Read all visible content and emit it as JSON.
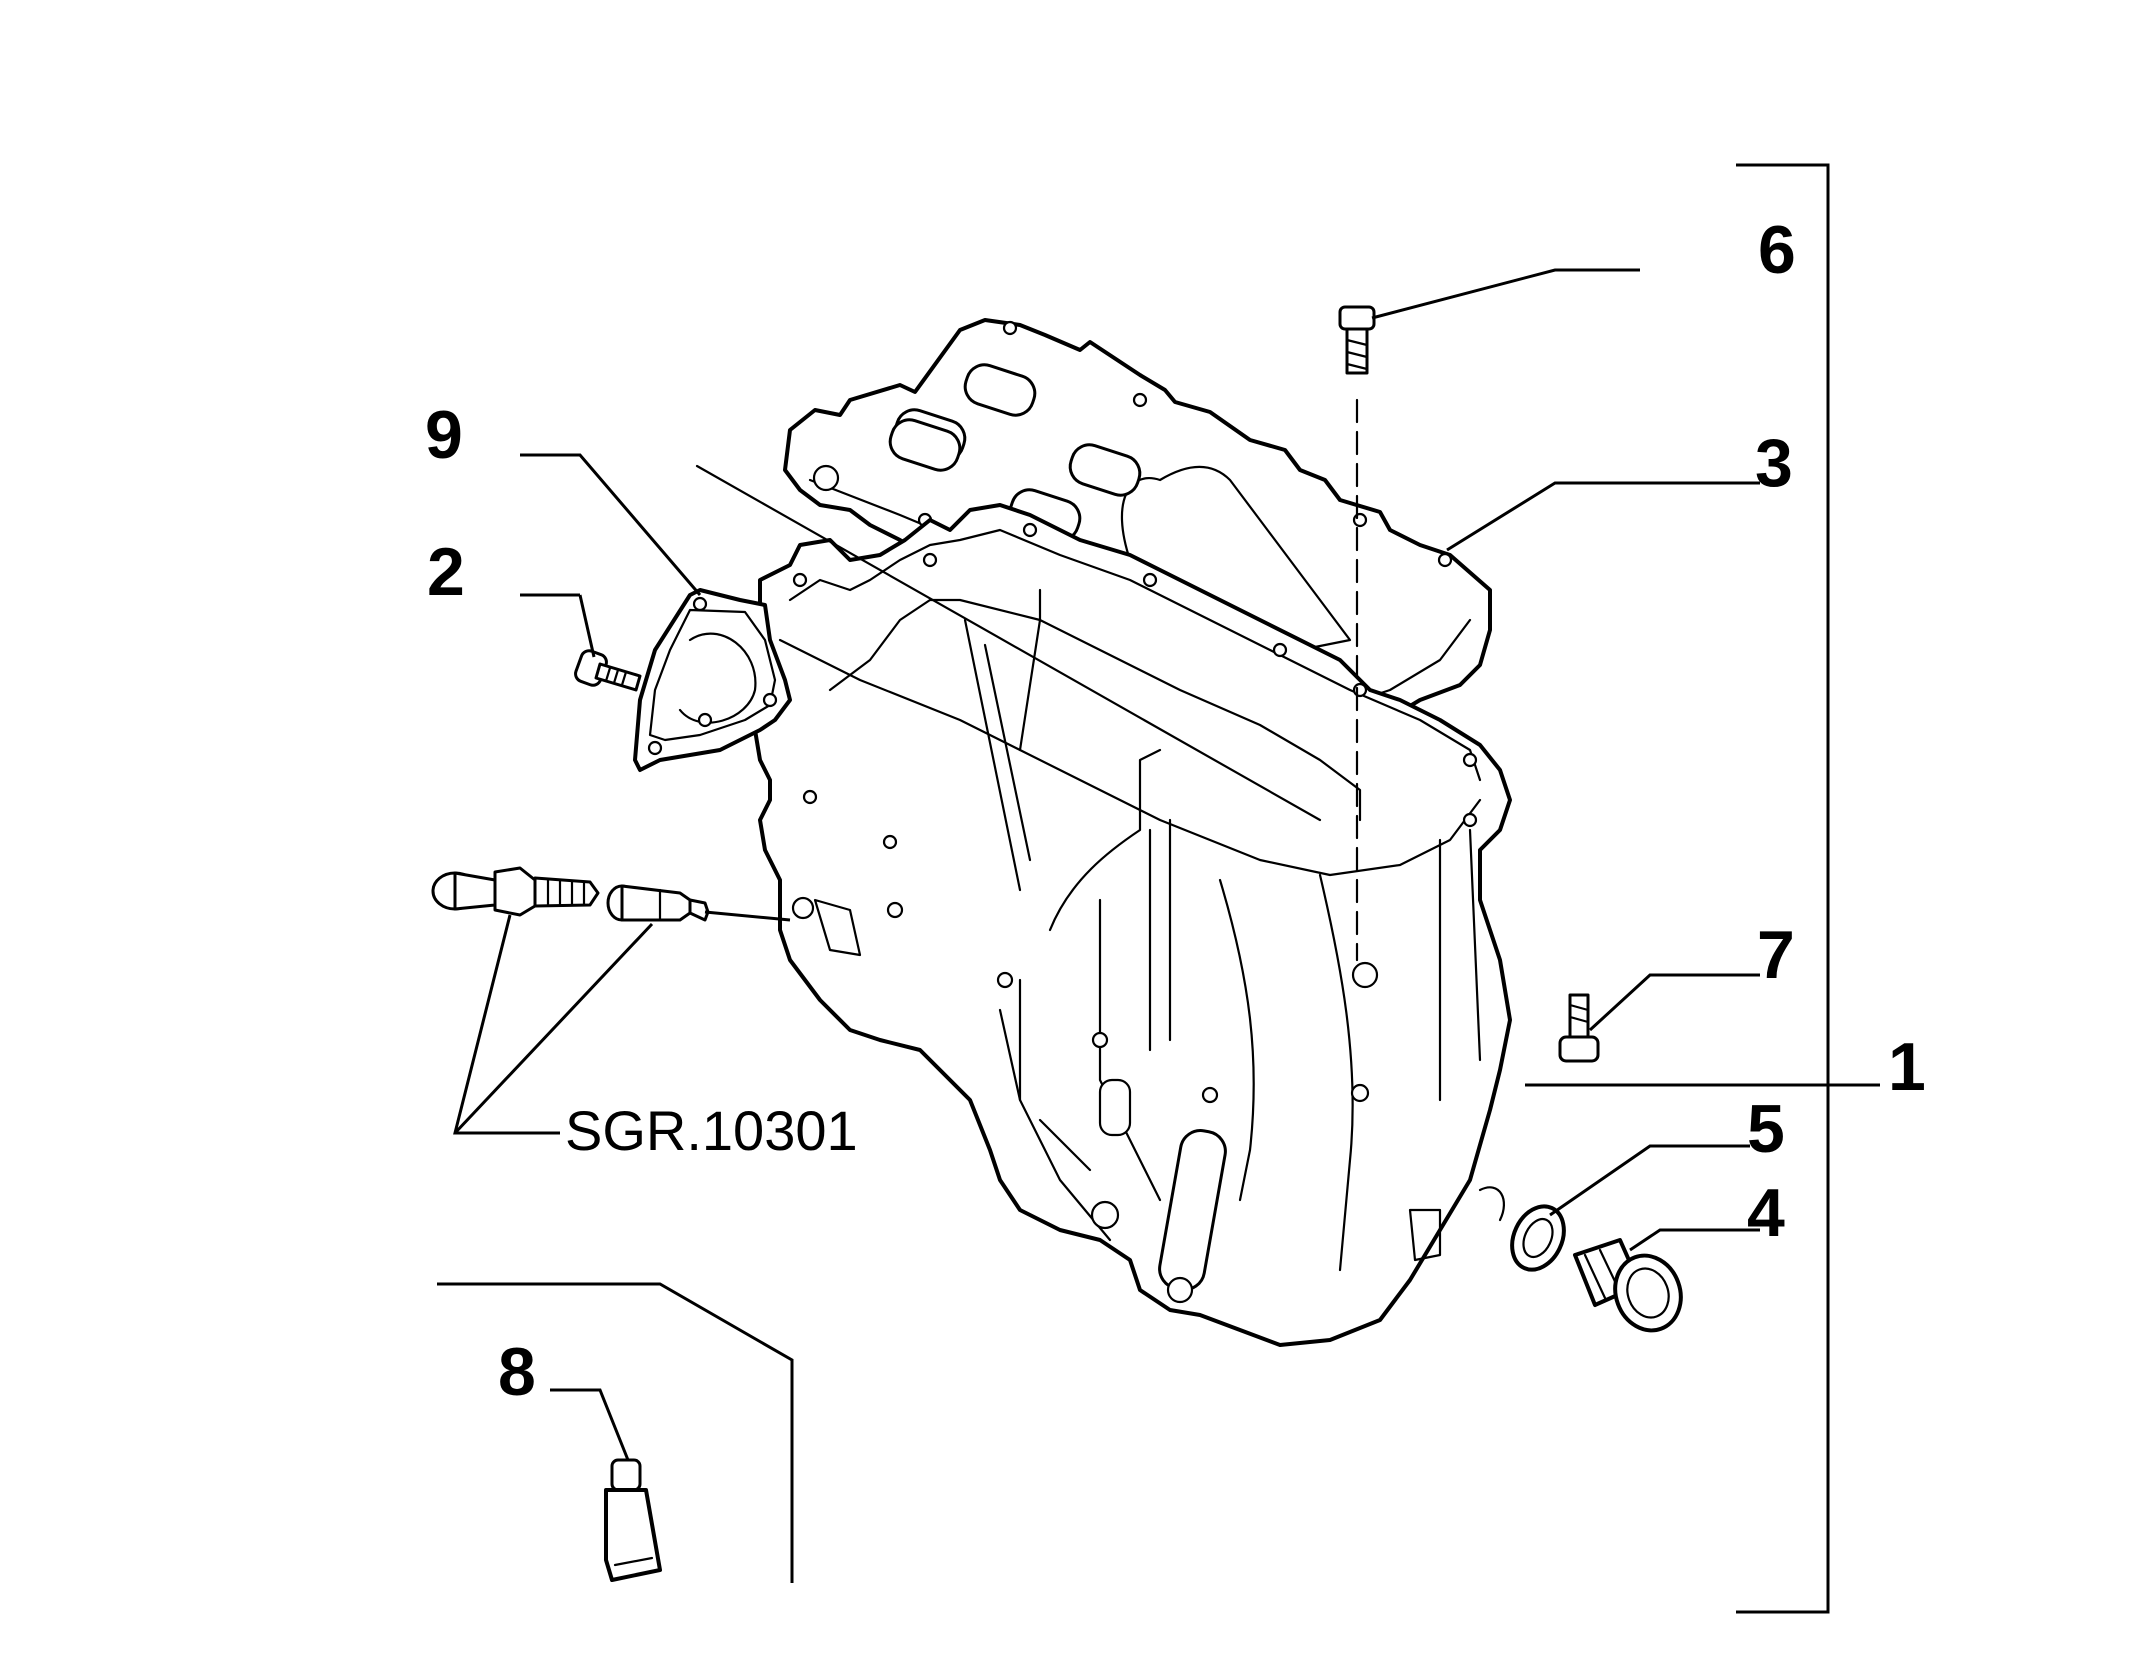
{
  "callouts": {
    "c1": "1",
    "c2": "2",
    "c3": "3",
    "c4": "4",
    "c5": "5",
    "c6": "6",
    "c7": "7",
    "c8": "8",
    "c9": "9"
  },
  "reference": {
    "code": "SGR.10301"
  }
}
